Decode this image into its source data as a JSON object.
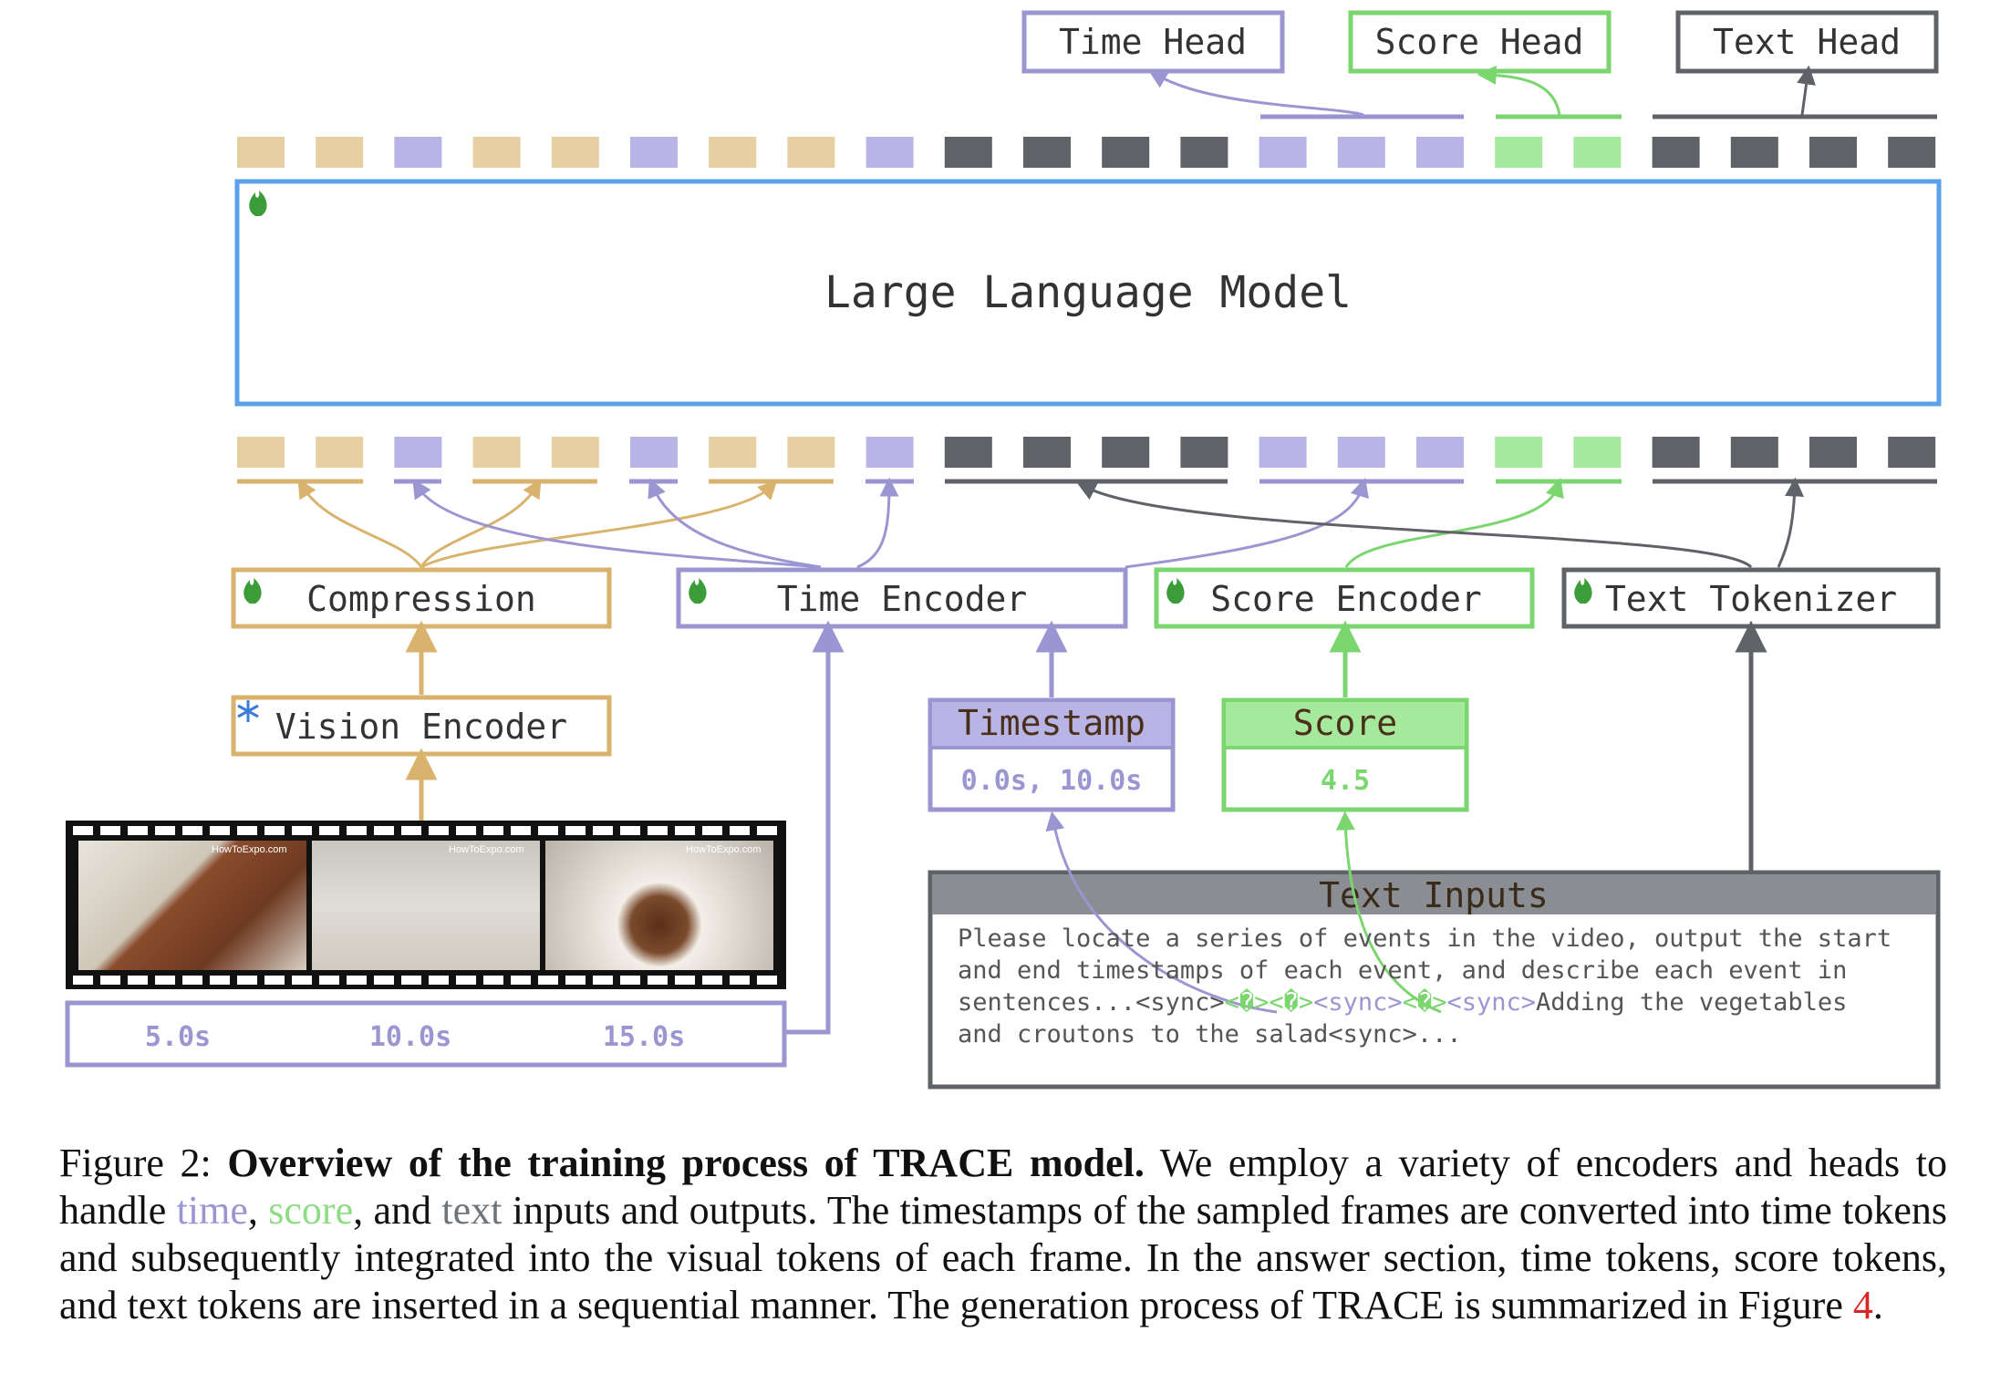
{
  "heads": {
    "time": "Time Head",
    "score": "Score Head",
    "text": "Text Head"
  },
  "llm_label": "Large Language Model",
  "modules": {
    "compression": "Compression",
    "time_encoder": "Time Encoder",
    "score_encoder": "Score Encoder",
    "text_tokenizer": "Text Tokenizer",
    "vision_encoder": "Vision Encoder"
  },
  "timestamp_box": {
    "title": "Timestamp",
    "value": "0.0s, 10.0s"
  },
  "score_box": {
    "title": "Score",
    "value": "4.5"
  },
  "frame_times": [
    "5.0s",
    "10.0s",
    "15.0s"
  ],
  "frame_watermarks": [
    "HowToExpo.com",
    "HowToExpo.com",
    "HowToExpo.com"
  ],
  "text_inputs": {
    "title": "Text Inputs",
    "line1": "Please locate a series of events in the video, output the start",
    "line2": "and end timestamps of each event, and describe each event in",
    "line3_a": "sentences...<sync>",
    "line3_b": "<�><�>",
    "line3_c": "<sync>",
    "line3_d": "<�>",
    "line3_e": "<sync>",
    "line3_f": "Adding the vegetables",
    "line4": "and croutons to the salad<sync>..."
  },
  "colors": {
    "vision": "#e6cfa1",
    "vision_stroke": "#d9b36e",
    "time": "#b9b4e6",
    "time_stroke": "#9b95d1",
    "score": "#a4e99c",
    "score_stroke": "#7bd66f",
    "text": "#5f6368",
    "text_stroke": "#6f747a",
    "llm_stroke": "#5aa0ea"
  },
  "token_sequence": [
    "v",
    "v",
    "t",
    "v",
    "v",
    "t",
    "v",
    "v",
    "t",
    "x",
    "x",
    "x",
    "x",
    "t",
    "t",
    "t",
    "s",
    "s",
    "x",
    "x",
    "x",
    "x"
  ],
  "caption": {
    "prefix": "Figure 2: ",
    "bold": "Overview of the training process of TRACE model.",
    "part1": " We employ a variety of encoders and heads to handle ",
    "time_word": "time",
    "sep1": ", ",
    "score_word": "score",
    "sep2": ", and ",
    "text_word": "text",
    "part2": " inputs and outputs. The timestamps of the sampled frames are converted into time tokens and subsequently integrated into the visual tokens of each frame. In the answer section, time tokens, score tokens, and text tokens are inserted in a sequential manner. The generation process of TRACE is summarized in Figure ",
    "ref": "4",
    "end": "."
  }
}
